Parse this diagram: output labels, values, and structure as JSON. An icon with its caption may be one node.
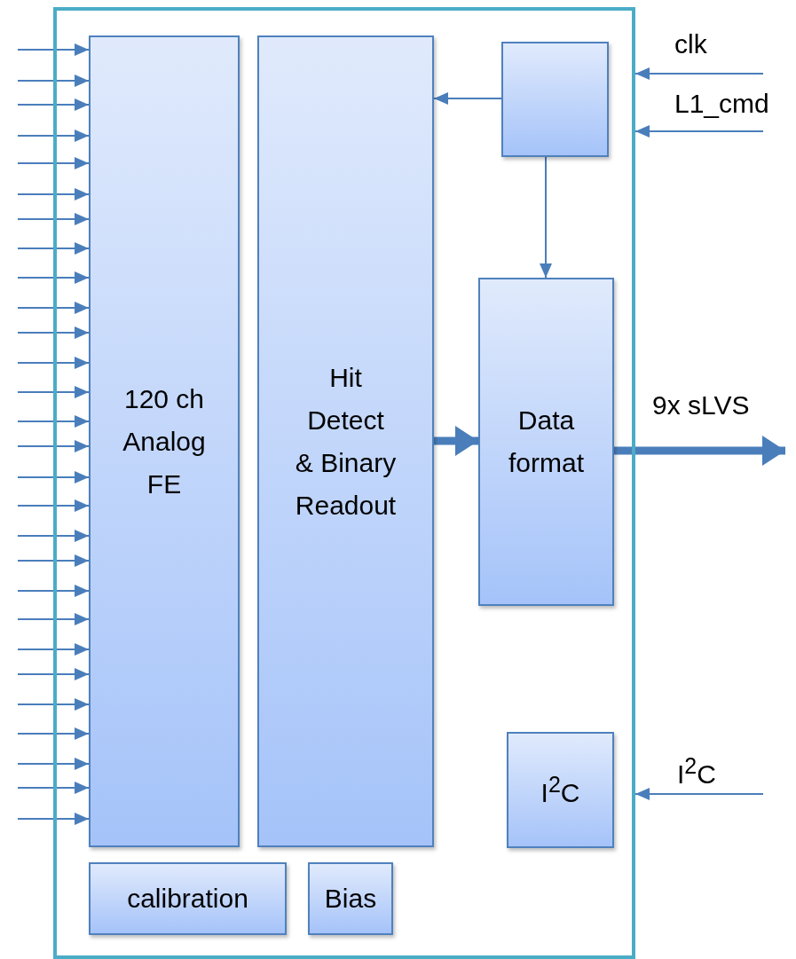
{
  "diagram": {
    "nodes": [
      {
        "text": [],
        "shape": "box"
      },
      {
        "text": [
          "120 ch Analog FE"
        ],
        "in": 0
      },
      {
        "text": [
          "Hit Detect & Binary Readout"
        ],
        "in": 0
      },
      {
        "text": [],
        "shape": "box",
        "in": 0
      },
      {
        "text": [
          "Data format"
        ],
        "in": 0
      },
      {
        "text": [
          "I$^{2}$C"
        ],
        "in": 0
      },
      {
        "text": [
          "calibration"
        ],
        "in": 0
      },
      {
        "text": [
          "Bias"
        ],
        "in": 0
      }
    ],
    "edges": [
      {
        "from": 3,
        "to": 2,
        "arrow": "to"
      },
      {
        "from": 3,
        "to": 4,
        "arrow": "to"
      },
      {
        "from": 2,
        "to": 4,
        "arrow": "to",
        "style": "thick"
      },
      {
        "from": 4,
        "to": null,
        "arrow": "to",
        "style": "thick",
        "label": "9x sLVS"
      },
      {
        "from": null,
        "to": 0,
        "arrow": "to",
        "label": "clk"
      },
      {
        "from": null,
        "to": 0,
        "arrow": "to",
        "label": "L1_cmd"
      },
      {
        "from": null,
        "to": 0,
        "arrow": "to",
        "label": "I$^{2}$C"
      },
      {
        "from": null,
        "to": 1,
        "arrow": "to"
      },
      {
        "from": null,
        "to": 1,
        "arrow": "to"
      },
      {
        "from": null,
        "to": 1,
        "arrow": "to"
      },
      {
        "from": null,
        "to": 1,
        "arrow": "to"
      },
      {
        "from": null,
        "to": 1,
        "arrow": "to"
      },
      {
        "from": null,
        "to": 1,
        "arrow": "to"
      },
      {
        "from": null,
        "to": 1,
        "arrow": "to"
      },
      {
        "from": null,
        "to": 1,
        "arrow": "to"
      },
      {
        "from": null,
        "to": 1,
        "arrow": "to"
      },
      {
        "from": null,
        "to": 1,
        "arrow": "to"
      },
      {
        "from": null,
        "to": 1,
        "arrow": "to"
      },
      {
        "from": null,
        "to": 1,
        "arrow": "to"
      },
      {
        "from": null,
        "to": 1,
        "arrow": "to"
      },
      {
        "from": null,
        "to": 1,
        "arrow": "to"
      },
      {
        "from": null,
        "to": 1,
        "arrow": "to"
      },
      {
        "from": null,
        "to": 1,
        "arrow": "to"
      },
      {
        "from": null,
        "to": 1,
        "arrow": "to"
      },
      {
        "from": null,
        "to": 1,
        "arrow": "to"
      },
      {
        "from": null,
        "to": 1,
        "arrow": "to"
      },
      {
        "from": null,
        "to": 1,
        "arrow": "to"
      },
      {
        "from": null,
        "to": 1,
        "arrow": "to"
      },
      {
        "from": null,
        "to": 1,
        "arrow": "to"
      },
      {
        "from": null,
        "to": 1,
        "arrow": "to"
      },
      {
        "from": null,
        "to": 1,
        "arrow": "to"
      },
      {
        "from": null,
        "to": 1,
        "arrow": "to"
      },
      {
        "from": null,
        "to": 1,
        "arrow": "to"
      },
      {
        "from": null,
        "to": 1,
        "arrow": "to"
      },
      {
        "from": null,
        "to": 1,
        "arrow": "to"
      }
    ]
  }
}
